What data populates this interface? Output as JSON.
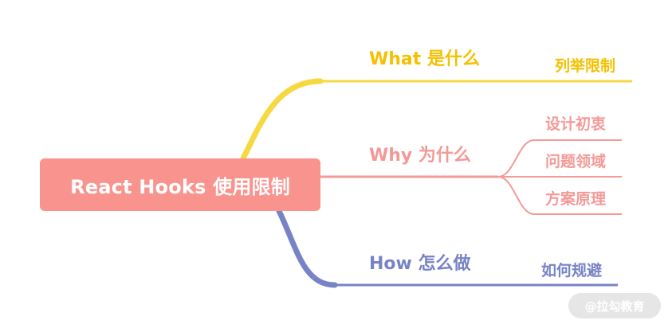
{
  "colors": {
    "root": "#F9938E",
    "what": "#F5C000",
    "what_line": "#F7D840",
    "why": "#F39A98",
    "how": "#7783C6"
  },
  "root": {
    "label": "React Hooks 使用限制"
  },
  "branches": {
    "what": {
      "label": "What  是什么",
      "children": [
        "列举限制"
      ]
    },
    "why": {
      "label": "Why  为什么",
      "children": [
        "设计初衷",
        "问题领域",
        "方案原理"
      ]
    },
    "how": {
      "label": "How 怎么做",
      "children": [
        "如何规避"
      ]
    }
  },
  "watermark": {
    "text": "@拉勾教育"
  }
}
